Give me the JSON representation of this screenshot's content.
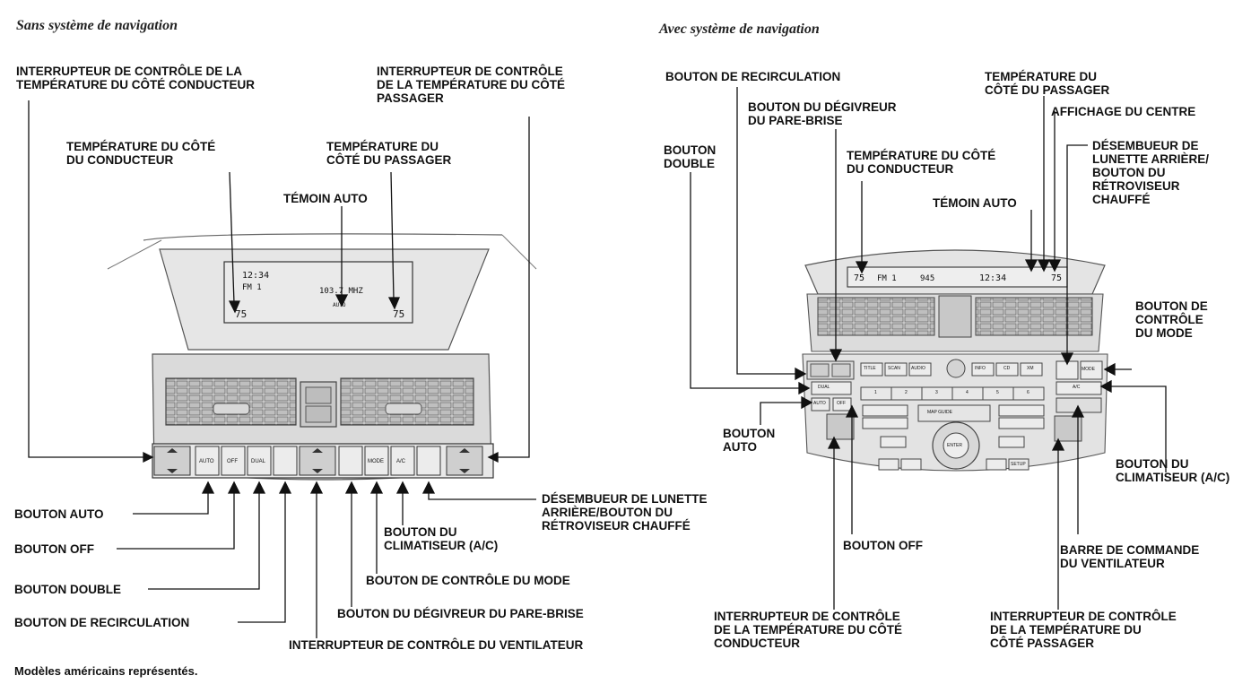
{
  "headers": {
    "left": "Sans système de navigation",
    "right": "Avec système de navigation"
  },
  "left_labels": {
    "driver_temp_switch": "INTERRUPTEUR DE CONTRÔLE DE LA\nTEMPÉRATURE DU CÔTÉ CONDUCTEUR",
    "passenger_temp_switch": "INTERRUPTEUR DE CONTRÔLE\nDE LA TEMPÉRATURE DU CÔTÉ\nPASSAGER",
    "driver_temp": "TEMPÉRATURE DU CÔTÉ\nDU CONDUCTEUR",
    "passenger_temp": "TEMPÉRATURE DU\nCÔTÉ DU PASSAGER",
    "auto_indicator": "TÉMOIN AUTO",
    "auto_button": "BOUTON AUTO",
    "off_button": "BOUTON OFF",
    "dual_button": "BOUTON DOUBLE",
    "recirc_button": "BOUTON DE RECIRCULATION",
    "fan_switch": "INTERRUPTEUR DE CONTRÔLE DU VENTILATEUR",
    "defrost_button": "BOUTON DU DÉGIVREUR DU PARE-BRISE",
    "mode_button": "BOUTON DE CONTRÔLE DU MODE",
    "ac_button": "BOUTON DU\nCLIMATISEUR (A/C)",
    "rear_defog": "DÉSEMBUEUR DE LUNETTE\nARRIÈRE/BOUTON DU\nRÉTROVISEUR CHAUFFÉ"
  },
  "right_labels": {
    "recirc_button": "BOUTON DE RECIRCULATION",
    "defrost_button": "BOUTON DU DÉGIVREUR\nDU PARE-BRISE",
    "dual_button": "BOUTON\nDOUBLE",
    "driver_temp": "TEMPÉRATURE DU CÔTÉ\nDU CONDUCTEUR",
    "passenger_temp": "TEMPÉRATURE DU\nCÔTÉ DU PASSAGER",
    "center_display": "AFFICHAGE DU CENTRE",
    "rear_defog": "DÉSEMBUEUR DE\nLUNETTE ARRIÈRE/\nBOUTON DU\nRÉTROVISEUR\nCHAUFFÉ",
    "auto_indicator": "TÉMOIN AUTO",
    "mode_button": "BOUTON DE\nCONTRÔLE\nDU MODE",
    "auto_button": "BOUTON\nAUTO",
    "ac_button": "BOUTON DU\nCLIMATISEUR (A/C)",
    "off_button": "BOUTON OFF",
    "fan_bar": "BARRE DE COMMANDE\nDU VENTILATEUR",
    "driver_temp_switch": "INTERRUPTEUR DE CONTRÔLE\nDE LA TEMPÉRATURE DU CÔTÉ\nCONDUCTEUR",
    "passenger_temp_switch": "INTERRUPTEUR DE CONTRÔLE\nDE LA TEMPÉRATURE DU\nCÔTÉ PASSAGER"
  },
  "left_panel": {
    "lcd_clock": "12:34",
    "lcd_band": "FM 1",
    "lcd_freq": "103.7 MHZ",
    "lcd_temp_left": "75",
    "lcd_temp_right": "75",
    "lcd_auto": "AUTO",
    "btn_auto": "AUTO",
    "btn_off": "OFF",
    "btn_dual": "DUAL",
    "btn_mode": "MODE",
    "btn_ac": "A/C"
  },
  "right_panel": {
    "lcd_temp_left": "75",
    "lcd_band": "FM 1",
    "lcd_freq": "945",
    "lcd_clock": "12:34",
    "lcd_temp_right": "75",
    "btn_title": "TITLE",
    "btn_scan": "SCAN",
    "btn_audio": "AUDIO",
    "btn_cd": "CD",
    "btn_xm": "XM",
    "btn_info": "INFO",
    "btn_mode": "MODE",
    "btn_dual": "DUAL",
    "btn_auto": "AUTO",
    "btn_off": "OFF",
    "btn_ac": "A/C",
    "btn_enter": "ENTER",
    "btn_menu": "MAP GUIDE",
    "btn_setup": "SETUP",
    "presets": [
      "1",
      "2",
      "3",
      "4",
      "5",
      "6"
    ]
  },
  "footnote": "Modèles américains représentés."
}
